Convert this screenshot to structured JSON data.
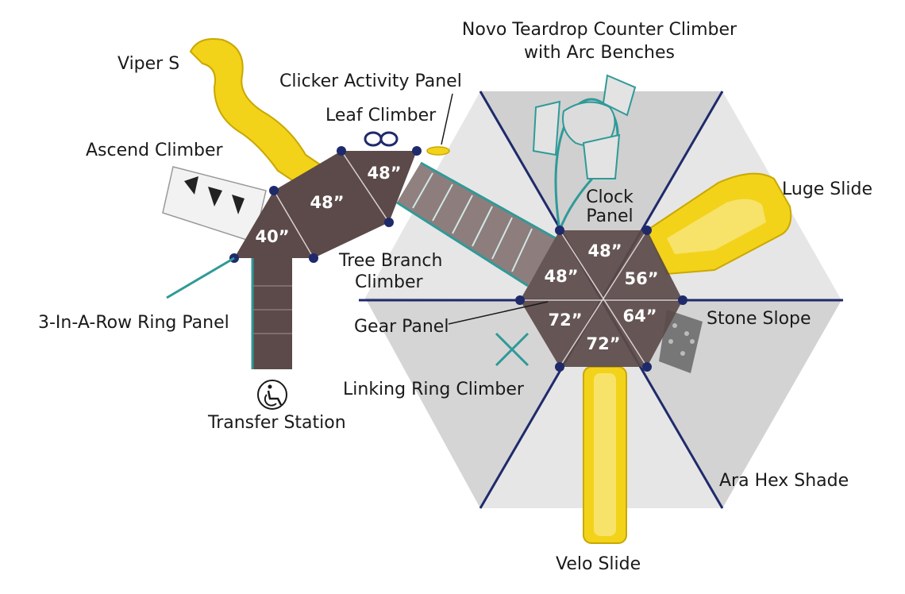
{
  "diagram": {
    "colors": {
      "deck": "#5b4a49",
      "slide": "#f3d21a",
      "frame": "#1f2a6b",
      "climber": "#2f9a98",
      "shade": "#c9c9c9"
    },
    "labels": {
      "viper_s": "Viper S",
      "clicker_activity_panel": "Clicker Activity Panel",
      "leaf_climber": "Leaf Climber",
      "ascend_climber": "Ascend Climber",
      "novo_line1": "Novo Teardrop Counter Climber",
      "novo_line2": "with Arc Benches",
      "luge_slide": "Luge Slide",
      "clock_panel_line1": "Clock",
      "clock_panel_line2": "Panel",
      "tree_branch_line1": "Tree Branch",
      "tree_branch_line2": "Climber",
      "three_in_a_row": "3-In-A-Row Ring Panel",
      "gear_panel": "Gear Panel",
      "stone_slope": "Stone Slope",
      "linking_ring_climber": "Linking Ring Climber",
      "transfer_station": "Transfer Station",
      "ara_hex_shade": "Ara Hex Shade",
      "velo_slide": "Velo Slide"
    },
    "decks": {
      "d40": "40”",
      "d48_mid": "48”",
      "d48_top": "48”",
      "hex_48_top": "48”",
      "hex_48_left": "48”",
      "hex_56": "56”",
      "hex_72_left": "72”",
      "hex_64": "64”",
      "hex_72_bottom": "72”"
    },
    "icons": {
      "transfer_station": "wheelchair-icon"
    }
  }
}
